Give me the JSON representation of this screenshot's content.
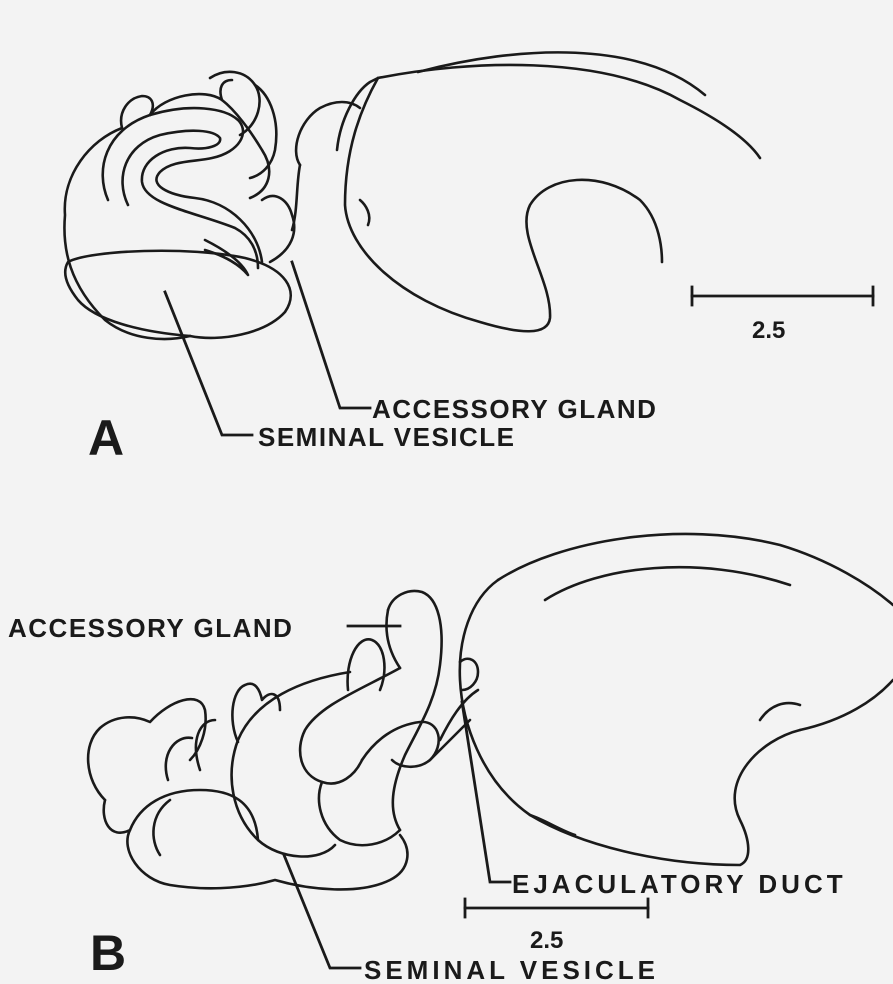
{
  "panels": [
    {
      "letter": "A",
      "labels": {
        "accessory_gland": "ACCESSORY GLAND",
        "seminal_vesicle": "SEMINAL VESICLE"
      },
      "scale_bar": {
        "value": "2.5"
      }
    },
    {
      "letter": "B",
      "labels": {
        "accessory_gland": "ACCESSORY GLAND",
        "ejaculatory_duct": "EJACULATORY DUCT",
        "seminal_vesicle": "SEMINAL VESICLE"
      },
      "scale_bar": {
        "value": "2.5"
      }
    }
  ]
}
